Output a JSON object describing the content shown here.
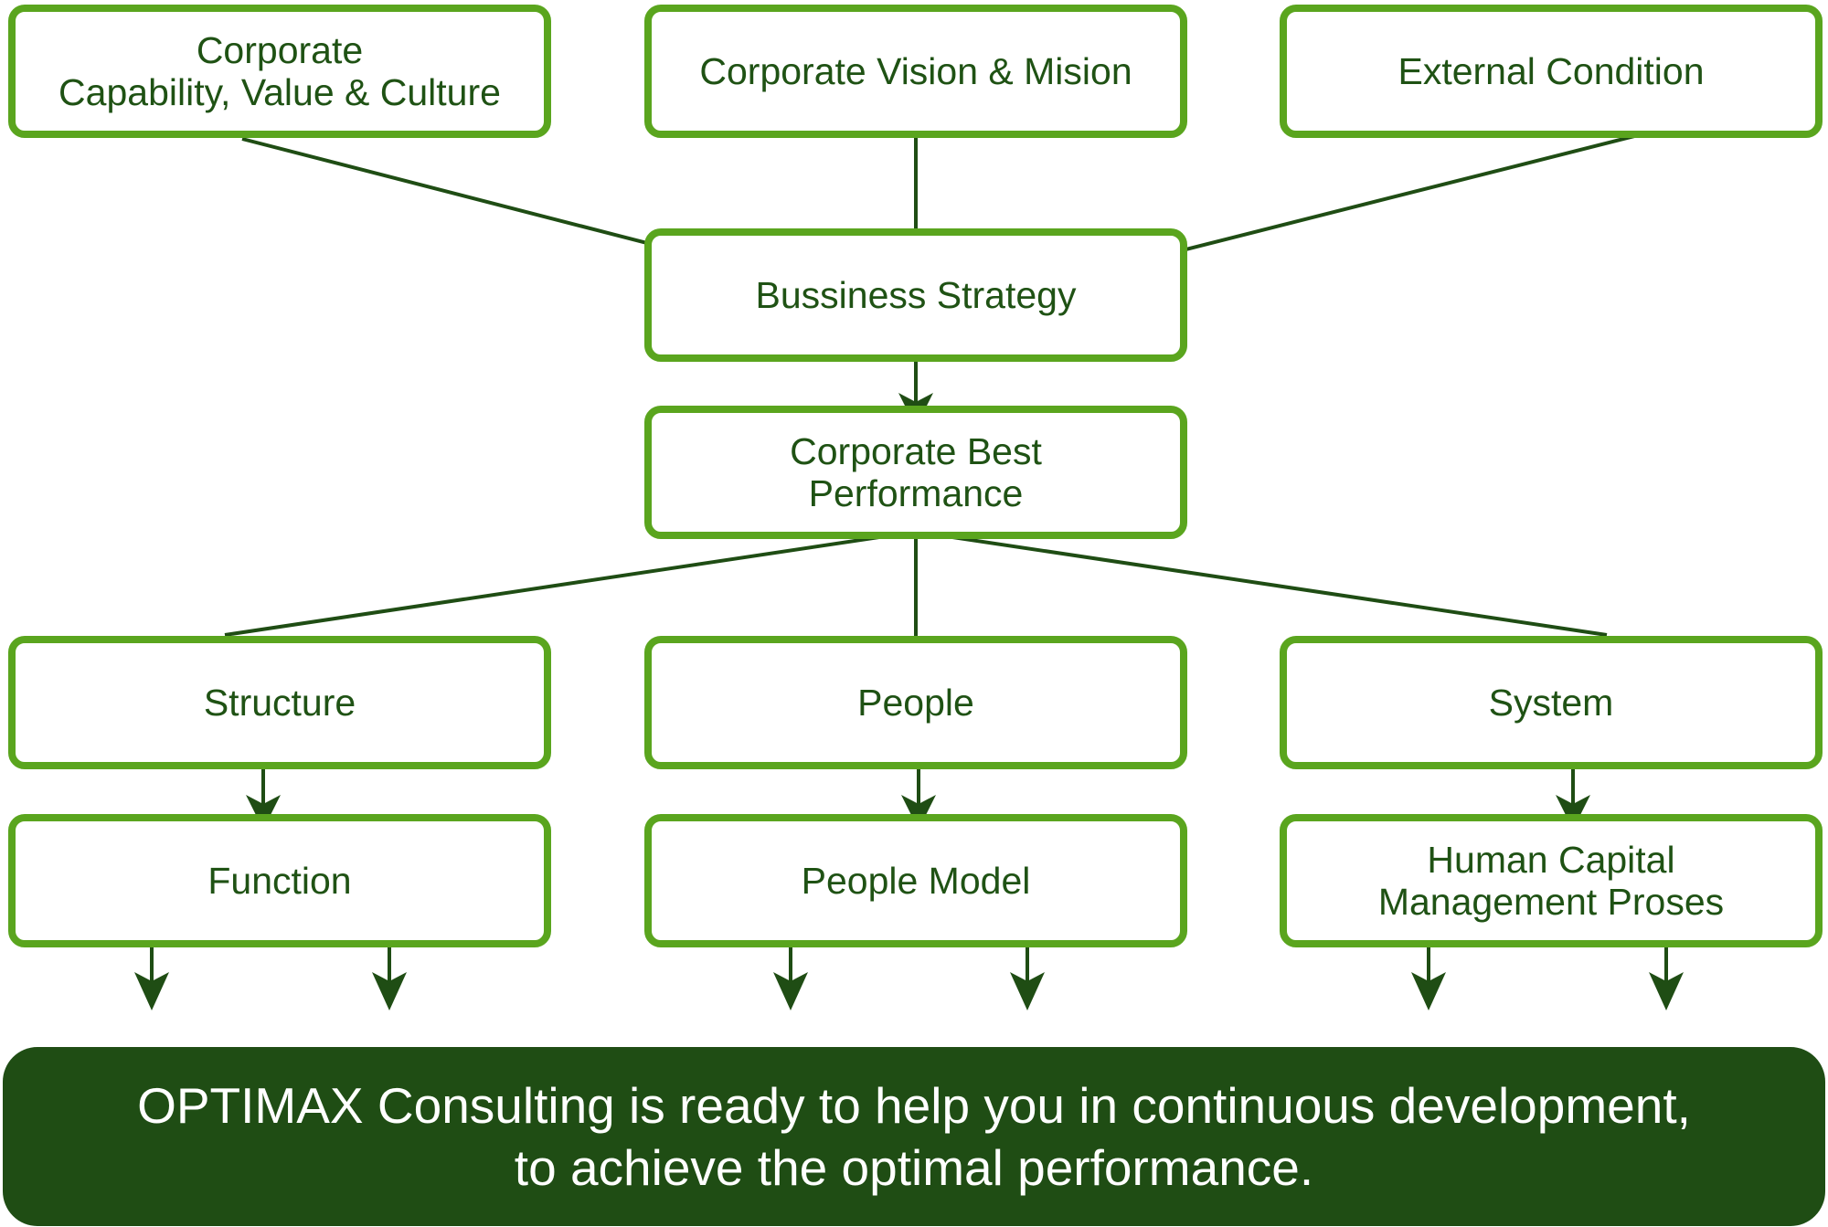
{
  "colors": {
    "box_border": "#5aa51e",
    "text": "#1f5214",
    "connector": "#1f4d14",
    "banner_background": "#1f4d14",
    "banner_text": "#ffffff"
  },
  "nodes": {
    "capability": "Corporate\nCapability, Value & Culture",
    "vision": "Corporate Vision & Mision",
    "external": "External Condition",
    "strategy": "Bussiness Strategy",
    "performance": "Corporate Best\nPerformance",
    "structure": "Structure",
    "people": "People",
    "system": "System",
    "function": "Function",
    "people_model": "People Model",
    "hcm": "Human Capital\nManagement Proses"
  },
  "edges": [
    {
      "from": "capability",
      "to": "strategy"
    },
    {
      "from": "vision",
      "to": "strategy"
    },
    {
      "from": "external",
      "to": "strategy"
    },
    {
      "from": "strategy",
      "to": "performance"
    },
    {
      "from": "performance",
      "to": "structure"
    },
    {
      "from": "performance",
      "to": "people"
    },
    {
      "from": "performance",
      "to": "system"
    },
    {
      "from": "structure",
      "to": "function"
    },
    {
      "from": "people",
      "to": "people_model"
    },
    {
      "from": "system",
      "to": "hcm"
    }
  ],
  "banner": {
    "text": "OPTIMAX Consulting is ready to help you in continuous development,\nto achieve the optimal performance."
  }
}
